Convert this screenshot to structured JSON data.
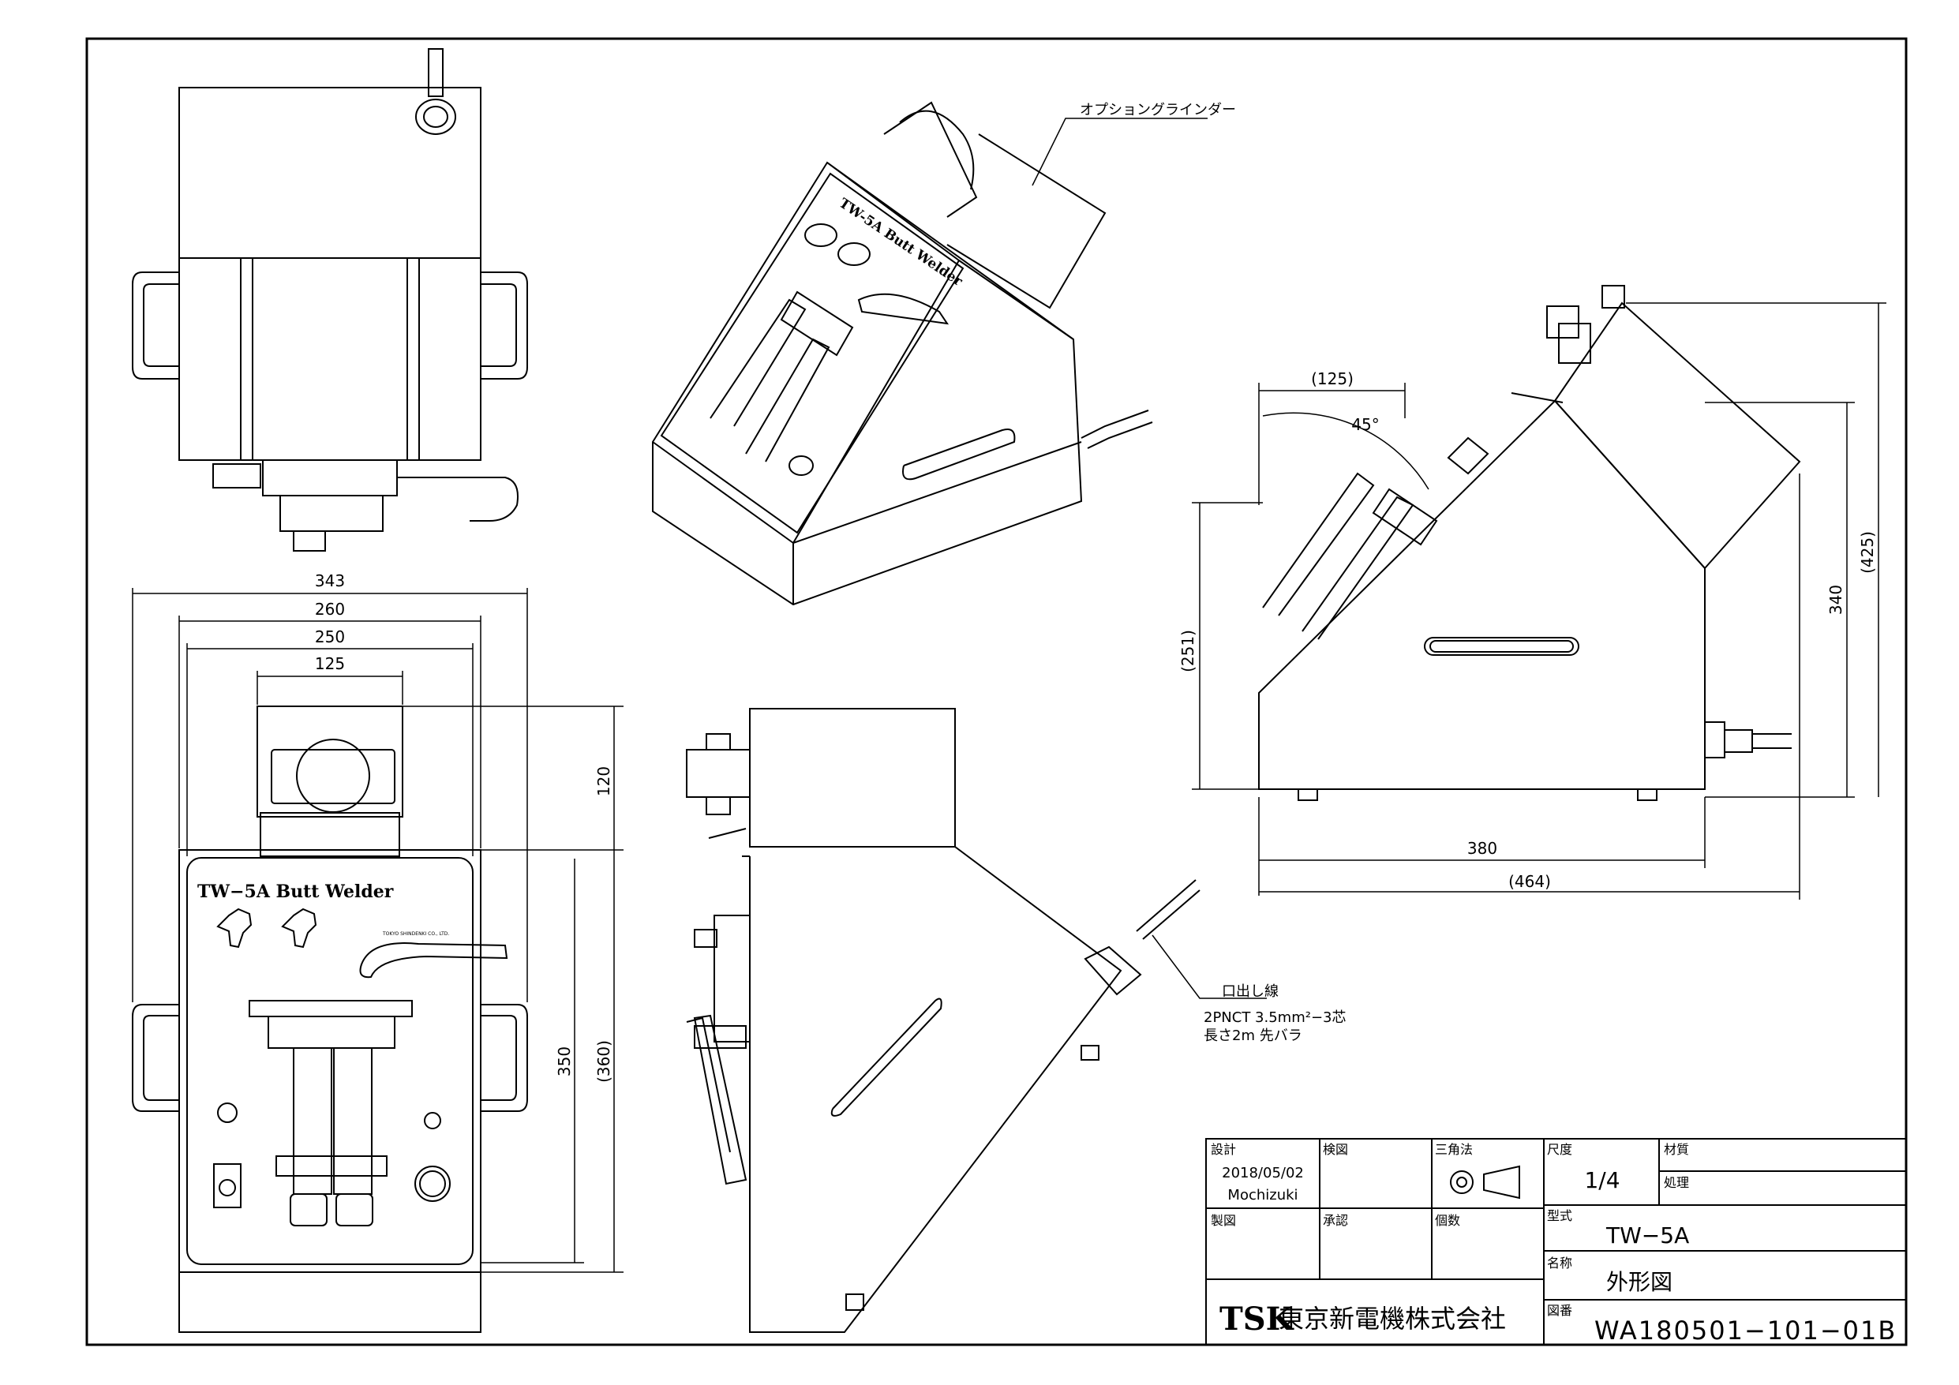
{
  "drawing": {
    "dimensions": {
      "front_width_overall": "343",
      "front_width_body": "260",
      "front_width_inner": "250",
      "front_width_grinder": "125",
      "front_height_grinder": "120",
      "front_height_body": "350",
      "front_height_ref": "(360)",
      "side_offset": "(125)",
      "side_angle": "45°",
      "side_height_front": "(251)",
      "side_height_body": "340",
      "side_height_overall": "(425)",
      "side_depth_body": "380",
      "side_depth_overall": "(464)"
    },
    "annotations": {
      "option_grinder": "オプショングラインダー",
      "cable_label": "口出し線",
      "cable_spec_1": "2PNCT 3.5mm²−3芯",
      "cable_spec_2": "長さ2m 先バラ"
    },
    "panel": {
      "title": "TW−5A Butt Welder",
      "iso_title": "TW-5A Butt Welder",
      "maker_plate": "TOKYO SHINDENKI CO., LTD."
    }
  },
  "title_block": {
    "design_label": "設計",
    "design_date": "2018/05/02",
    "designer": "Mochizuki",
    "check_label": "検図",
    "projection_label": "三角法",
    "scale_label": "尺度",
    "scale_value": "1/4",
    "material_label": "材質",
    "treatment_label": "処理",
    "drafting_label": "製図",
    "approval_label": "承認",
    "quantity_label": "個数",
    "model_label": "型式",
    "model_value": "TW−5A",
    "name_label": "名称",
    "name_value": "外形図",
    "drawing_no_label": "図番",
    "drawing_no_value": "WA180501−101−01B",
    "company_logo": "TSK",
    "company_name": "東京新電機株式会社"
  }
}
